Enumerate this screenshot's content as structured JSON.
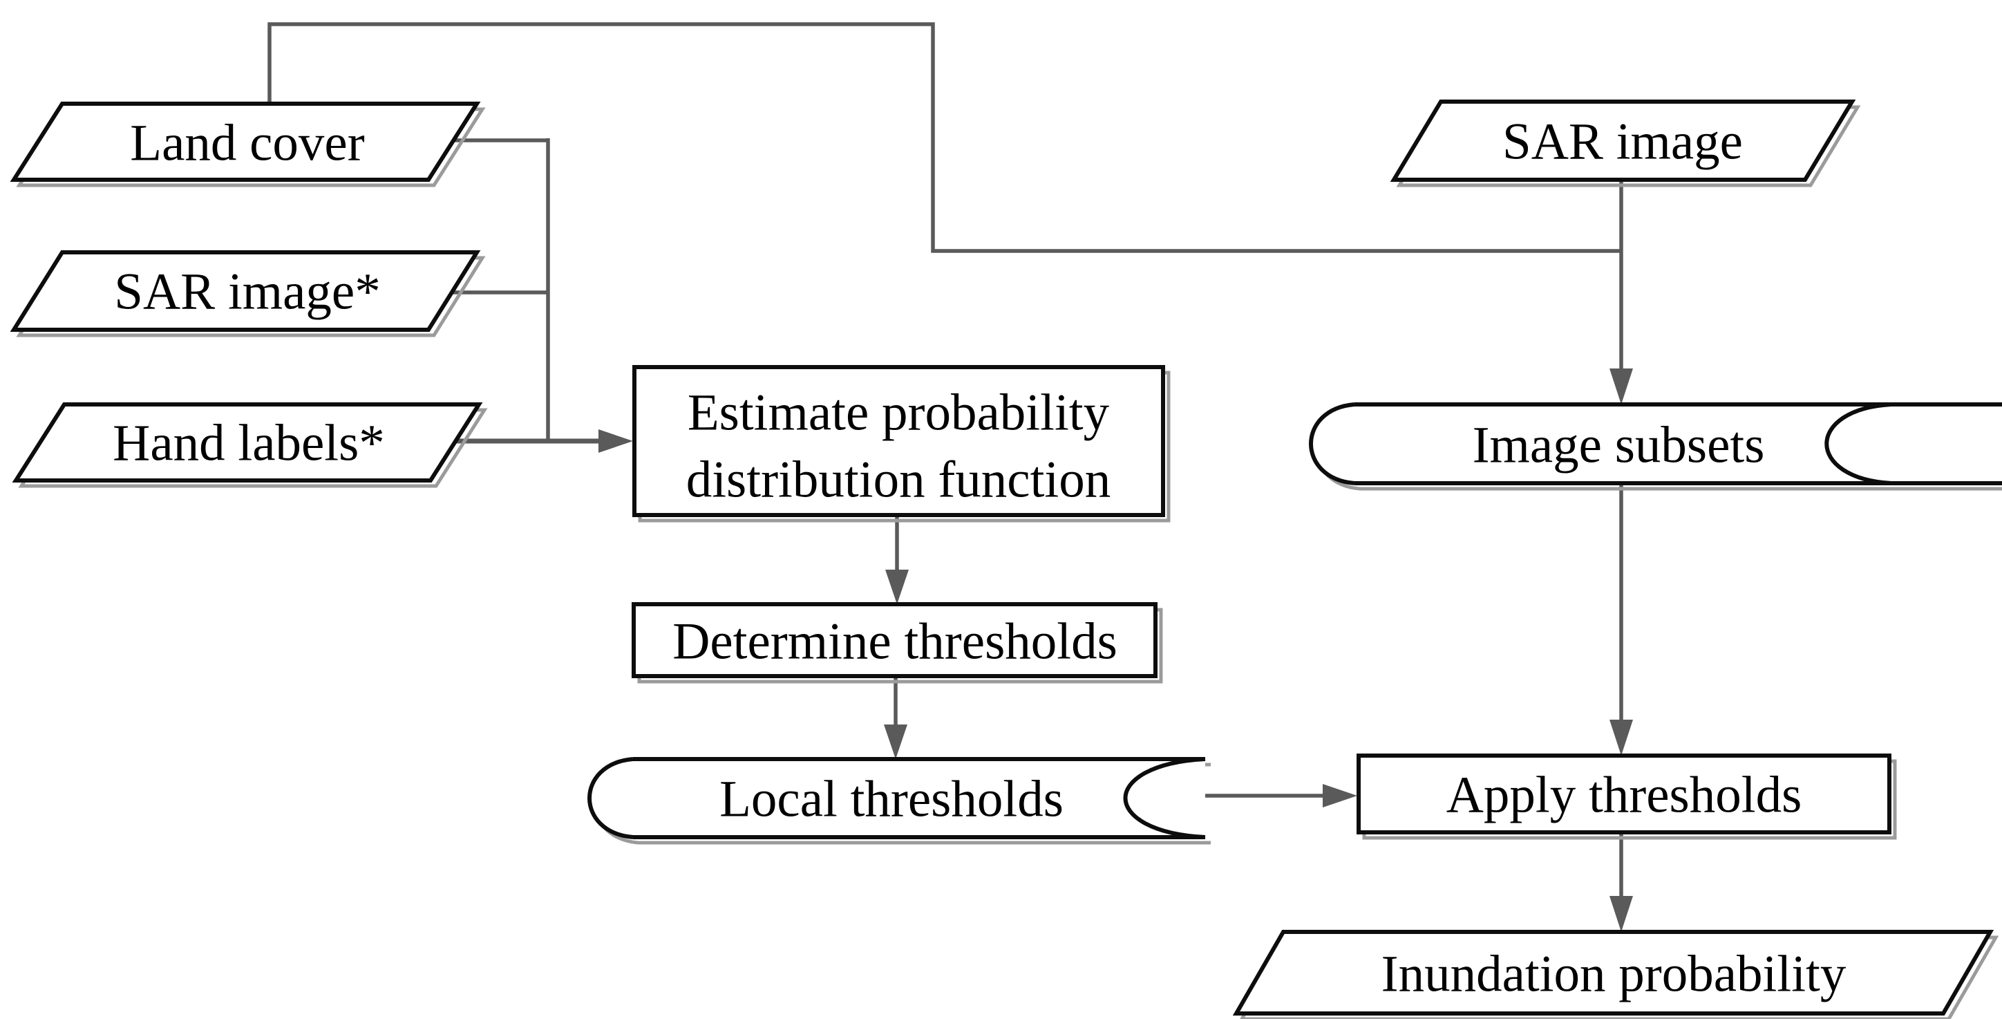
{
  "figure": {
    "type": "flowchart",
    "background": "#ffffff"
  },
  "colors": {
    "connector": "#5a5a5a",
    "shape_border": "#0d0d0d",
    "shape_fill": "#ffffff",
    "shadow": "#9b9b9b",
    "text": "#000000"
  },
  "nodes": {
    "land_cover": {
      "label": "Land cover",
      "shape": "parallelogram",
      "role": "input"
    },
    "sar_image_training": {
      "label": "SAR image*",
      "shape": "parallelogram",
      "role": "input"
    },
    "hand_labels": {
      "label": "Hand labels*",
      "shape": "parallelogram",
      "role": "input"
    },
    "sar_image": {
      "label": "SAR image",
      "shape": "parallelogram",
      "role": "input"
    },
    "estimate_pdf": {
      "label": "Estimate probability distribution function",
      "line1": "Estimate probability",
      "line2": "distribution function",
      "shape": "process"
    },
    "determine_thresholds": {
      "label": "Determine thresholds",
      "shape": "process"
    },
    "image_subsets": {
      "label": "Image subsets",
      "shape": "stored-data"
    },
    "local_thresholds": {
      "label": "Local thresholds",
      "shape": "stored-data"
    },
    "apply_thresholds": {
      "label": "Apply thresholds",
      "shape": "process"
    },
    "inundation_probability": {
      "label": "Inundation probability",
      "shape": "parallelogram",
      "role": "output"
    }
  },
  "edges": [
    {
      "from": "land_cover",
      "to": "image_subsets"
    },
    {
      "from": "sar_image",
      "to": "image_subsets"
    },
    {
      "from": "land_cover",
      "to": "estimate_pdf"
    },
    {
      "from": "sar_image_training",
      "to": "estimate_pdf"
    },
    {
      "from": "hand_labels",
      "to": "estimate_pdf"
    },
    {
      "from": "estimate_pdf",
      "to": "determine_thresholds"
    },
    {
      "from": "determine_thresholds",
      "to": "local_thresholds"
    },
    {
      "from": "local_thresholds",
      "to": "apply_thresholds"
    },
    {
      "from": "image_subsets",
      "to": "apply_thresholds"
    },
    {
      "from": "apply_thresholds",
      "to": "inundation_probability"
    }
  ]
}
